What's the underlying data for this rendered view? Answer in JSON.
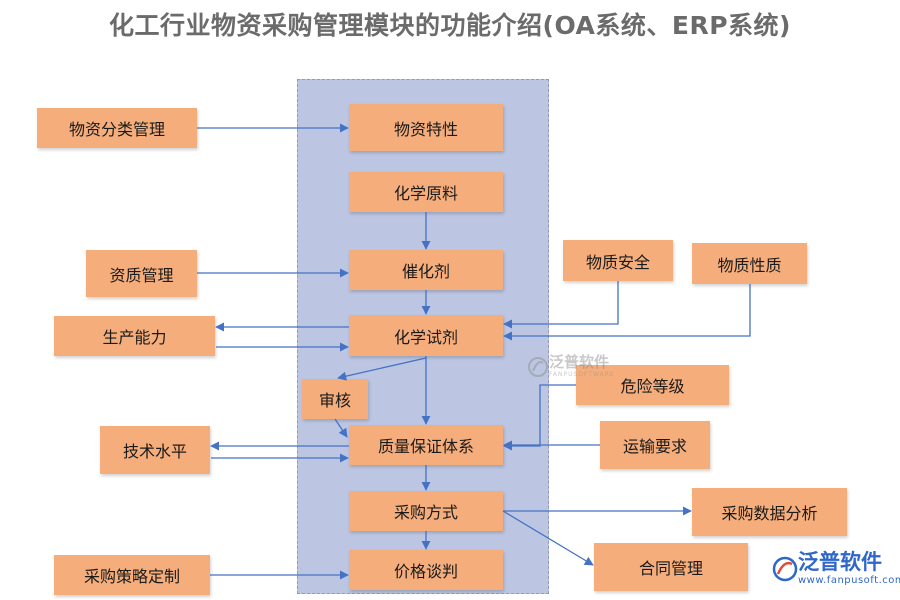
{
  "title": "化工行业物资采购管理模块的功能介绍(OA系统、ERP系统)",
  "nodes": {
    "wuzi_texing": "物资特性",
    "huaxue_yuanliao": "化学原料",
    "cuihuaji": "催化剂",
    "huaxue_shiji": "化学试剂",
    "zhiliang_baozheng": "质量保证体系",
    "caigou_fangshi": "采购方式",
    "jiage_tanpan": "价格谈判",
    "wuzi_fenlei": "物资分类管理",
    "zizhi_guanli": "资质管理",
    "shengchan_nengli": "生产能力",
    "shenhe": "审核",
    "jishu_shuiping": "技术水平",
    "caigou_celue": "采购策略定制",
    "wuzhi_anquan": "物质安全",
    "wuzhi_xingzhi": "物质性质",
    "weixian_dengji": "危险等级",
    "yunshu_yaoqiu": "运输要求",
    "caigou_shuju": "采购数据分析",
    "hetong_guanli": "合同管理"
  },
  "watermark": {
    "brand": "泛普软件",
    "sub": "FANPUSOFTWARE",
    "url": "www.fanpusoft.com"
  },
  "colors": {
    "box_fill": "#f5ae7b",
    "panel_fill": "#bcc6e2",
    "arrow": "#4472c4",
    "title": "#6b6b6b",
    "logo": "#2f67c8"
  }
}
